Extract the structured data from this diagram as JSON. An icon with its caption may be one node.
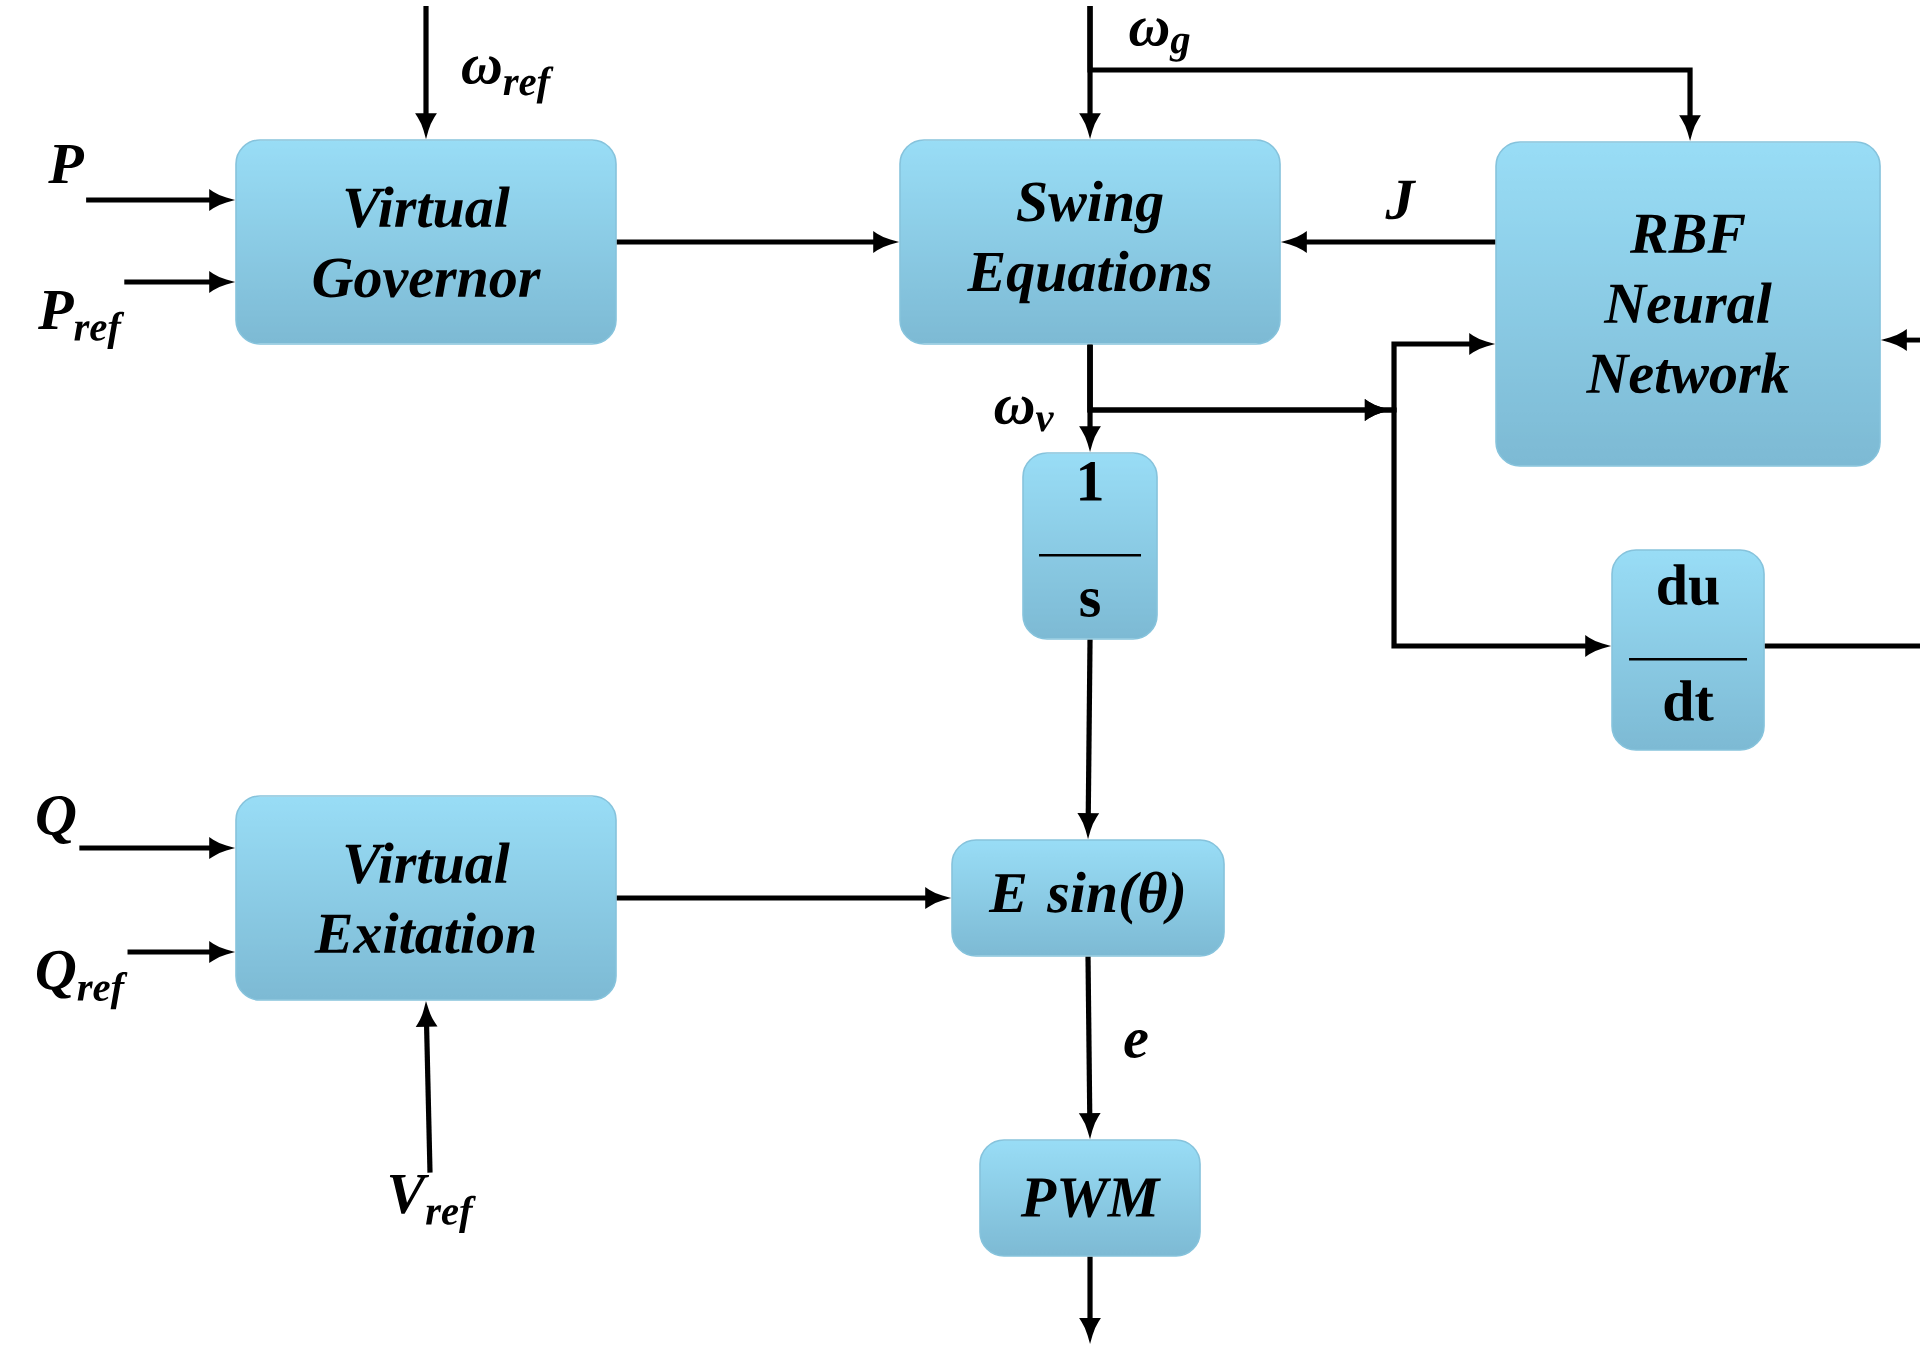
{
  "diagram": {
    "nodes": [
      {
        "text": [
          "Virtual Governor"
        ]
      },
      {
        "text": [
          "Swing Equations"
        ]
      },
      {
        "text": [
          "RBF Neural Network"
        ]
      },
      {
        "text": [
          "1",
          "s"
        ]
      },
      {
        "text": [
          "du",
          "dt"
        ]
      },
      {
        "text": [
          "Virtual Exitation"
        ]
      },
      {
        "text": [
          "E sin(θ)"
        ]
      },
      {
        "text": [
          "PWM"
        ]
      },
      {
        "text": [
          "P"
        ]
      },
      {
        "text": [
          "P$_{ref}$"
        ]
      },
      {
        "text": [
          "Q"
        ]
      },
      {
        "text": [
          "Q$_{ref}$"
        ]
      },
      {
        "text": [
          "V$_{ref}$"
        ]
      }
    ],
    "edges": [
      {
        "from": 8,
        "to": 0,
        "arrow": "to"
      },
      {
        "from": 9,
        "to": 0,
        "arrow": "to"
      },
      {
        "from": null,
        "to": 0,
        "arrow": "to",
        "label": "ω$_{ref}$"
      },
      {
        "from": 0,
        "to": 1,
        "arrow": "to"
      },
      {
        "from": null,
        "to": 1,
        "arrow": "to",
        "label": "ω$_{g}$"
      },
      {
        "from": null,
        "to": 2,
        "arrow": "to"
      },
      {
        "from": 2,
        "to": 1,
        "arrow": "to",
        "label": "J"
      },
      {
        "from": 1,
        "to": 3,
        "arrow": "to",
        "label": "ω$_{v}$"
      },
      {
        "from": 1,
        "to": 2,
        "arrow": "to"
      },
      {
        "from": 1,
        "to": 4,
        "arrow": "to"
      },
      {
        "from": 4,
        "to": null,
        "arrow": "none"
      },
      {
        "from": null,
        "to": 2,
        "arrow": "to"
      },
      {
        "from": 3,
        "to": 6,
        "arrow": "to"
      },
      {
        "from": 10,
        "to": 5,
        "arrow": "to"
      },
      {
        "from": 11,
        "to": 5,
        "arrow": "to"
      },
      {
        "from": 12,
        "to": 5,
        "arrow": "to"
      },
      {
        "from": 5,
        "to": 6,
        "arrow": "to"
      },
      {
        "from": 6,
        "to": 7,
        "arrow": "to",
        "label": "e"
      },
      {
        "from": 7,
        "to": null,
        "arrow": "to"
      }
    ]
  }
}
